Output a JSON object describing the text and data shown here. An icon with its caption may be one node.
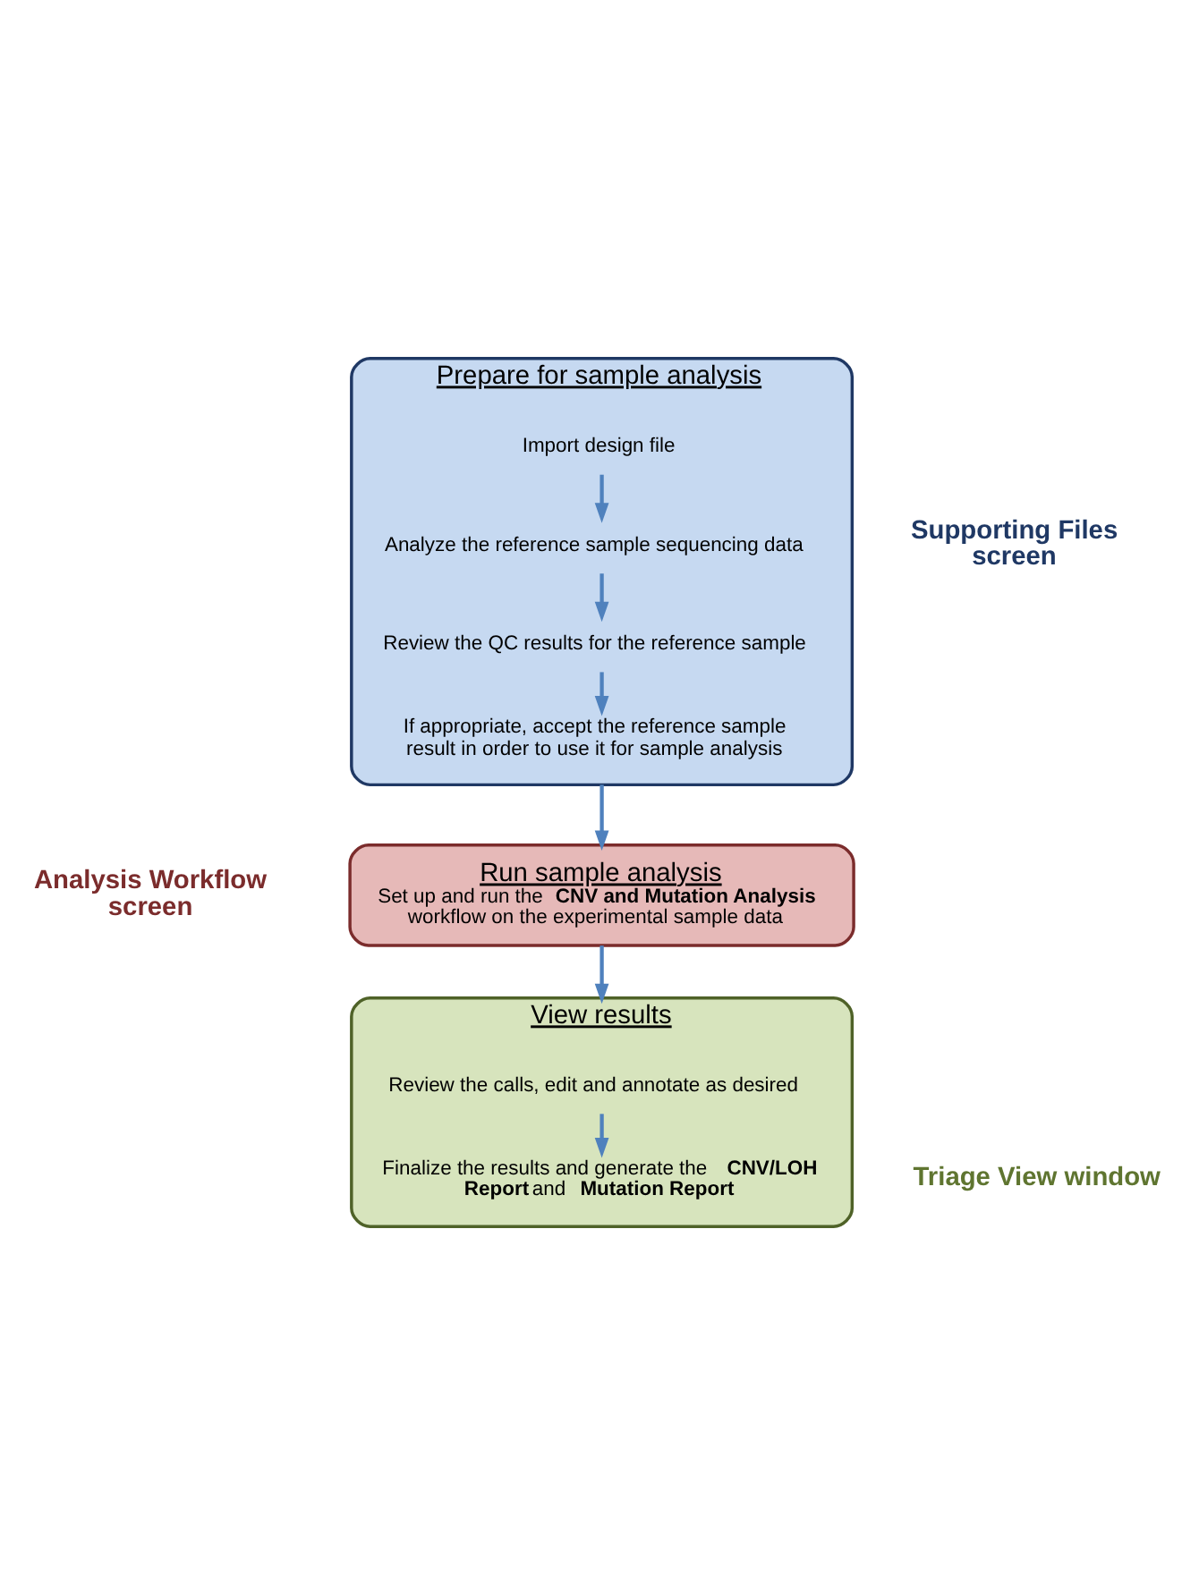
{
  "diagram": {
    "nodes": [
      {
        "text": [
          "Prepare for sample analysis"
        ],
        "beside": [
          "Supporting Files screen"
        ]
      },
      {
        "text": [
          "Import design file"
        ],
        "in": 0
      },
      {
        "text": [
          "Analyze the reference sample sequencing data"
        ],
        "in": 0
      },
      {
        "text": [
          "Review the QC results for the reference sample"
        ],
        "in": 0
      },
      {
        "text": [
          "If appropriate, accept the reference sample result in order to use it for sample analysis"
        ],
        "in": 0
      },
      {
        "text": [
          "Run sample analysis",
          "Set up and run the **CNV and Mutation Analysis** workflow on the experimental sample data"
        ],
        "beside": [
          "Analysis Workflow screen"
        ]
      },
      {
        "text": [
          "View results"
        ],
        "beside": [
          "Triage View window"
        ]
      },
      {
        "text": [
          "Review the calls, edit and annotate as desired"
        ],
        "in": 6
      },
      {
        "text": [
          "Finalize the results and generate the **CNV/LOH Report** and **Mutation Report**"
        ],
        "in": 6
      }
    ],
    "edges": [
      {
        "from": 1,
        "to": 2,
        "arrow": "to"
      },
      {
        "from": 2,
        "to": 3,
        "arrow": "to"
      },
      {
        "from": 3,
        "to": 4,
        "arrow": "to"
      },
      {
        "from": 0,
        "to": 5,
        "arrow": "to"
      },
      {
        "from": 5,
        "to": 6,
        "arrow": "to"
      },
      {
        "from": 7,
        "to": 8,
        "arrow": "to"
      }
    ]
  }
}
